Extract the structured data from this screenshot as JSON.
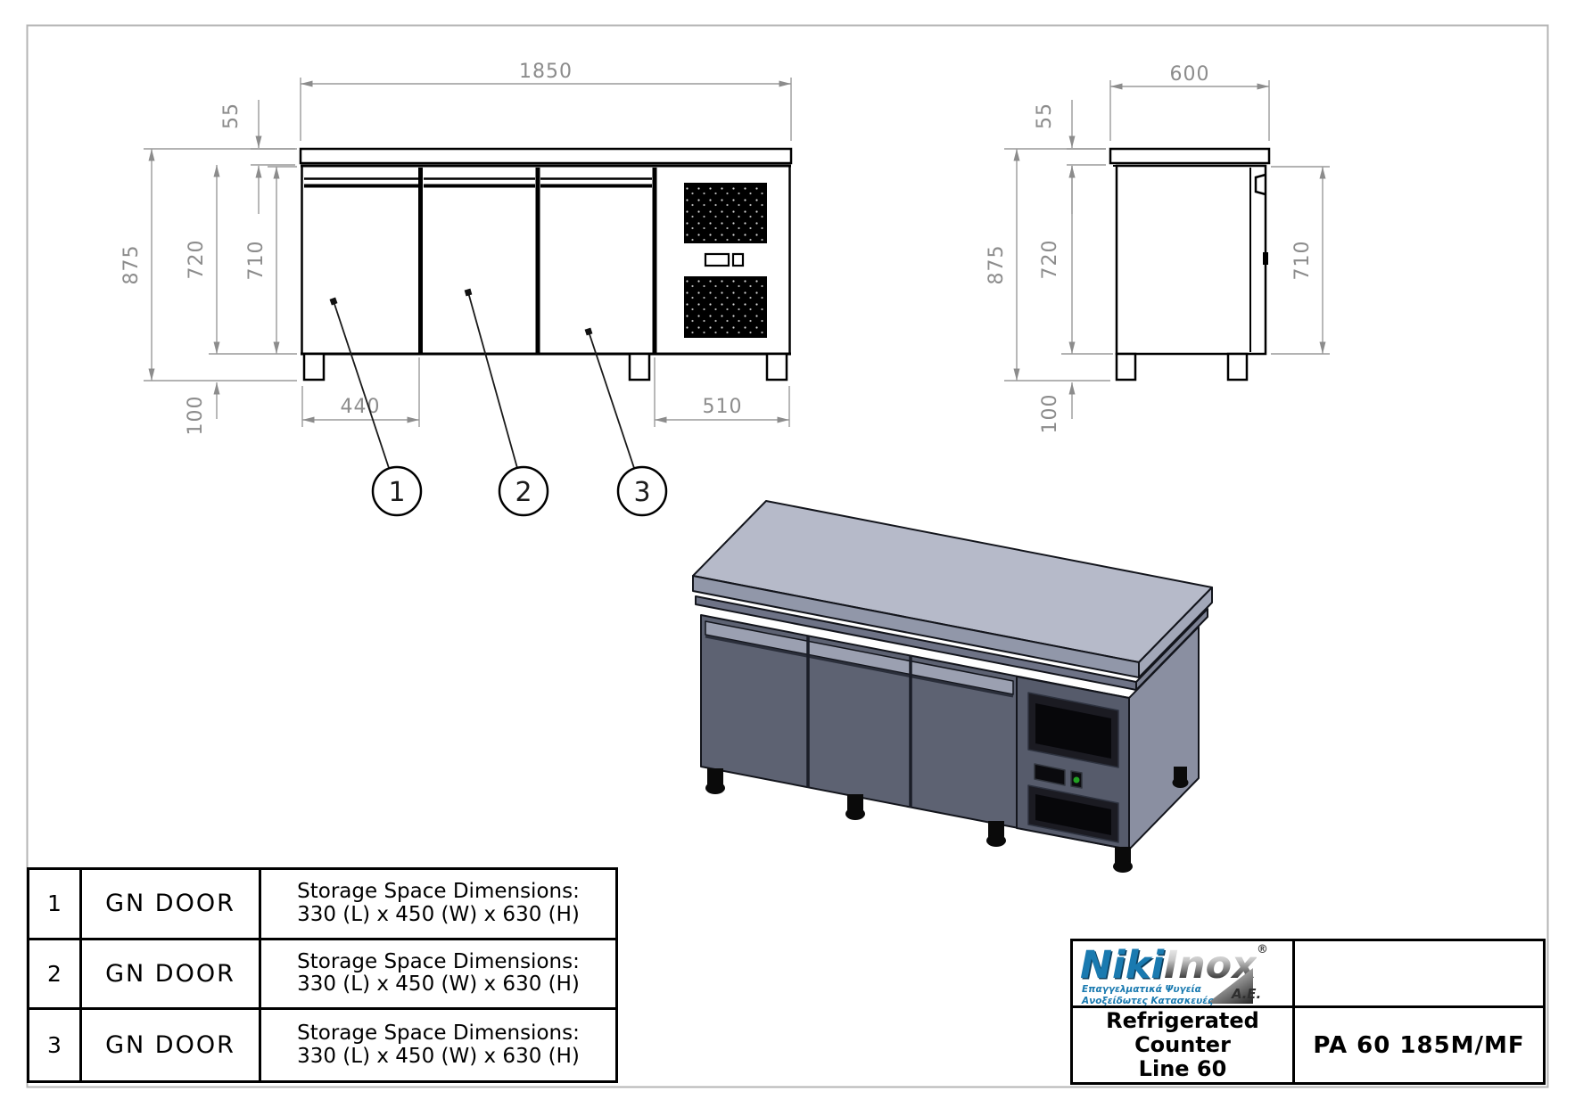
{
  "front_view": {
    "dims": {
      "width_overall": "1850",
      "counter_thickness": "55",
      "height_overall": "875",
      "height_body": "720",
      "height_door": "710",
      "leg_height": "100",
      "door_width": "440",
      "compressor_width": "510"
    },
    "callouts": [
      "1",
      "2",
      "3"
    ]
  },
  "side_view": {
    "dims": {
      "depth": "600",
      "counter_thickness": "55",
      "height_overall": "875",
      "height_body": "720",
      "height_door": "710",
      "leg_height": "100"
    }
  },
  "parts_table": {
    "rows": [
      {
        "no": "1",
        "name": "GN DOOR",
        "desc_line1": "Storage Space Dimensions:",
        "desc_line2": "330 (L) x 450 (W) x 630 (H)"
      },
      {
        "no": "2",
        "name": "GN DOOR",
        "desc_line1": "Storage Space Dimensions:",
        "desc_line2": "330 (L) x 450 (W) x 630 (H)"
      },
      {
        "no": "3",
        "name": "GN DOOR",
        "desc_line1": "Storage Space Dimensions:",
        "desc_line2": "330 (L) x 450 (W) x 630 (H)"
      }
    ]
  },
  "title_block": {
    "logo": {
      "brand_blue": "Niki",
      "brand_silver": "Inox",
      "registered_mark": "®",
      "tagline1": "Επαγγελματικά Ψυγεία",
      "tagline2": "Ανοξείδωτες Κατασκευές",
      "company_suffix": "Α.Ε."
    },
    "product_line1": "Refrigerated Counter",
    "product_line2": "Line 60",
    "model_code": "PA 60 185M/MF"
  },
  "colors": {
    "brand_blue": "#1a7ab0",
    "dim_gray": "#8c8c8c",
    "frame_gray": "#b5b5b5",
    "iso_top": "#b6bac9",
    "iso_front": "#5d6272",
    "iso_side": "#8a8fa1",
    "indicator_green": "#22a022"
  }
}
